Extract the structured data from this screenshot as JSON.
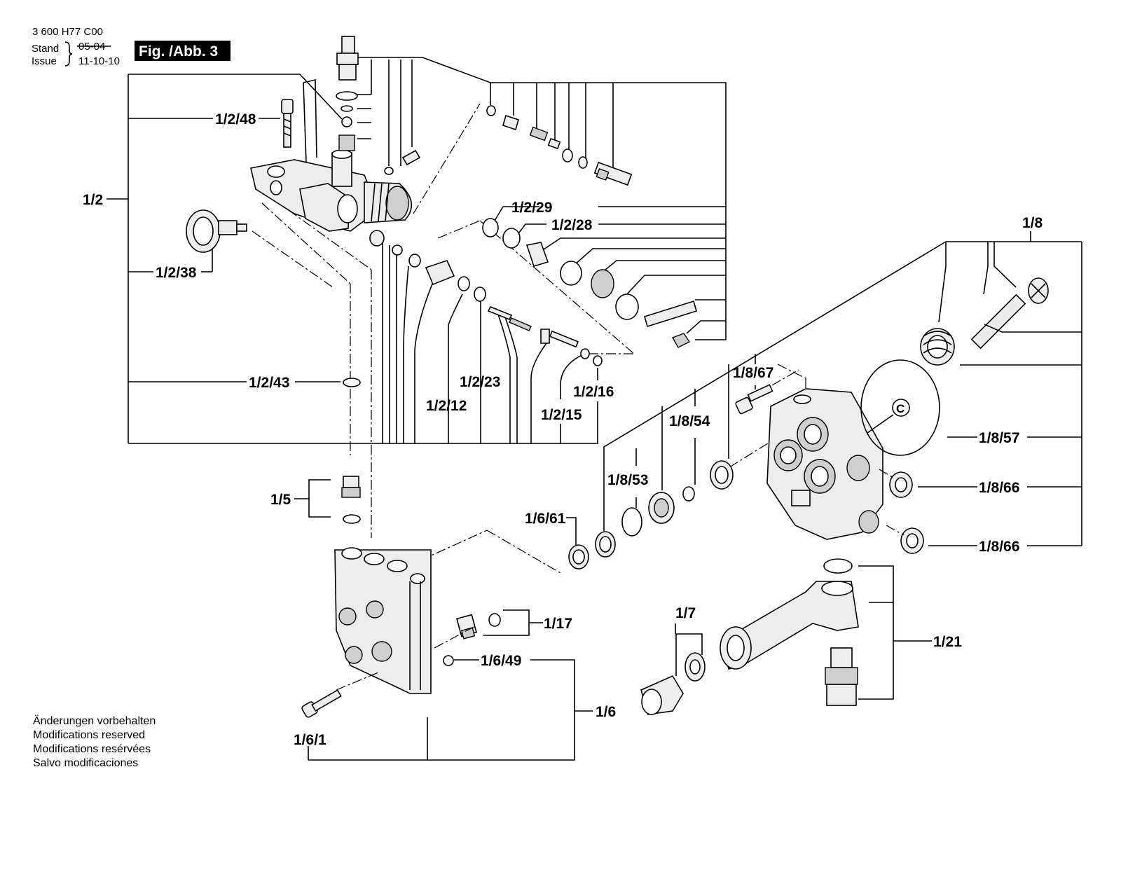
{
  "header": {
    "doc_number": "3 600 H77 C00",
    "stand_label": "Stand",
    "issue_label": "Issue",
    "stand_date_struck": "05-04",
    "issue_date": "11-10-10",
    "figure_badge": "Fig. /Abb. 3"
  },
  "callouts": {
    "c_1_2": "1/2",
    "c_1_2_48": "1/2/48",
    "c_1_2_38": "1/2/38",
    "c_1_2_43": "1/2/43",
    "c_1_2_29": "1/2/29",
    "c_1_2_28": "1/2/28",
    "c_1_2_23": "1/2/23",
    "c_1_2_12": "1/2/12",
    "c_1_2_15": "1/2/15",
    "c_1_2_16": "1/2/16",
    "c_1_5": "1/5",
    "c_1_17": "1/17",
    "c_1_6_49": "1/6/49",
    "c_1_6": "1/6",
    "c_1_6_1": "1/6/1",
    "c_1_6_61": "1/6/61",
    "c_1_8": "1/8",
    "c_1_8_67": "1/8/67",
    "c_1_8_54": "1/8/54",
    "c_1_8_53": "1/8/53",
    "c_1_8_57": "1/8/57",
    "c_1_8_66_a": "1/8/66",
    "c_1_8_66_b": "1/8/66",
    "c_1_7": "1/7",
    "c_1_21": "1/21",
    "c_marker": "C"
  },
  "notes": [
    "Änderungen vorbehalten",
    "Modifications reserved",
    "Modifications resérvées",
    "Salvo modificaciones"
  ]
}
